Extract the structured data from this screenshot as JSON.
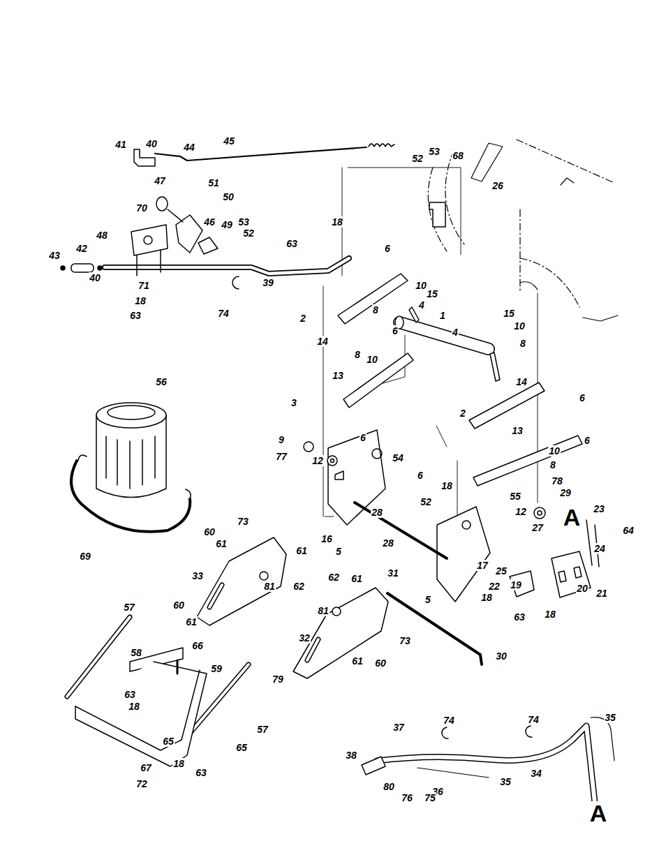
{
  "diagram": {
    "labels": [
      "41",
      "40",
      "44",
      "45",
      "53",
      "52",
      "68",
      "47",
      "51",
      "26",
      "50",
      "70",
      "46",
      "49",
      "53",
      "18",
      "52",
      "48",
      "63",
      "6",
      "42",
      "43",
      "40",
      "39",
      "71",
      "10",
      "15",
      "18",
      "4",
      "8",
      "74",
      "15",
      "63",
      "1",
      "2",
      "10",
      "6",
      "4",
      "14",
      "8",
      "8",
      "10",
      "13",
      "14",
      "6",
      "3",
      "56",
      "2",
      "13",
      "6",
      "9",
      "6",
      "10",
      "77",
      "12",
      "54",
      "8",
      "6",
      "78",
      "18",
      "29",
      "55",
      "52",
      "23",
      "12",
      "28",
      "A",
      "73",
      "27",
      "64",
      "60",
      "16",
      "5",
      "28",
      "61",
      "24",
      "61",
      "69",
      "17",
      "25",
      "31",
      "33",
      "62",
      "61",
      "19",
      "22",
      "81",
      "62",
      "20",
      "21",
      "18",
      "5",
      "60",
      "57",
      "81",
      "18",
      "63",
      "61",
      "32",
      "73",
      "66",
      "58",
      "30",
      "61",
      "60",
      "59",
      "79",
      "63",
      "18",
      "35",
      "37",
      "57",
      "74",
      "74",
      "65",
      "65",
      "38",
      "18",
      "67",
      "63",
      "34",
      "72",
      "35",
      "80",
      "36",
      "75",
      "76",
      "A"
    ]
  }
}
